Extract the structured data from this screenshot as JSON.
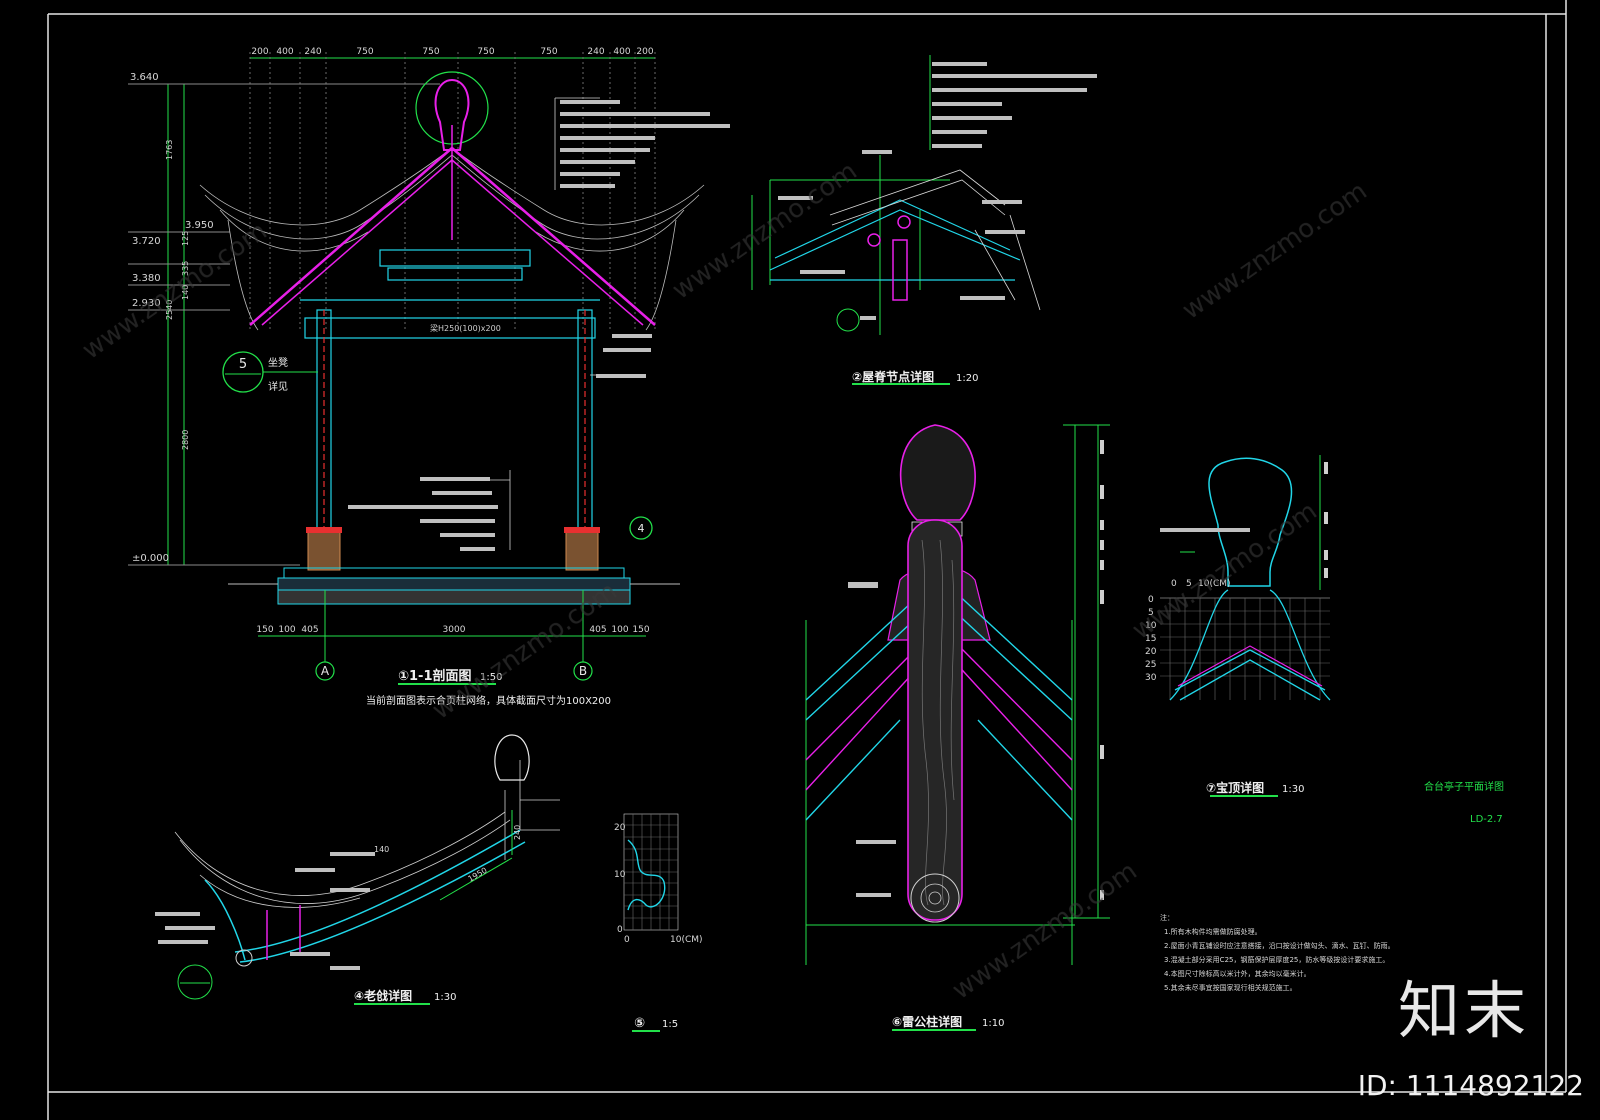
{
  "sheet": {
    "section_view": {
      "caption": "①1-1剖面图",
      "scale": "1:50",
      "note": "当前剖面图表示合页柱网络，具体截面尺寸为100X200",
      "grid_labels": [
        "A",
        "B"
      ],
      "top_dims": [
        "200",
        "400",
        "240",
        "750",
        "750",
        "750",
        "750",
        "240",
        "400",
        "200"
      ],
      "bottom_dims": [
        "150",
        "100",
        "405",
        "3000",
        "405",
        "100",
        "150"
      ],
      "elevations": [
        "3.640",
        "3.950",
        "3.720",
        "3.380",
        "2.930",
        "±0.000"
      ],
      "side_dims": [
        "1763",
        "125",
        "335",
        "140",
        "2540",
        "2800"
      ],
      "beam_label": "梁H250(100)x200",
      "callout_5": {
        "number": "5",
        "text_1": "坐凳",
        "text_2": "详见"
      },
      "callout_4": {
        "number": "4"
      }
    },
    "roof_ridge_view": {
      "caption": "②屋脊节点详图",
      "scale": "1:20"
    },
    "eave_view": {
      "caption": "④老戗详图",
      "scale": "1:30",
      "dims": [
        "140",
        "240",
        "1950"
      ]
    },
    "curve_view": {
      "caption": "⑤",
      "scale": "1:5",
      "axis_y": [
        "20",
        "10",
        "0"
      ],
      "axis_x": [
        "0",
        "10(CM)"
      ]
    },
    "post_view": {
      "caption": "⑥雷公柱详图",
      "scale": "1:10"
    },
    "finial_view": {
      "caption": "⑦宝顶详图",
      "scale": "1:30",
      "grid_top_labels": [
        "0",
        "5",
        "10(CM)"
      ],
      "grid_side_labels": [
        "0",
        "5",
        "10",
        "15",
        "20",
        "25",
        "30"
      ]
    },
    "drawing_title": "合台亭子平面详图",
    "drawing_number": "LD-2.7",
    "notes_heading": "注：",
    "notes": [
      "1.所有木构件均需做防腐处理。",
      "2.屋面小青瓦铺设时应注意搭接，沿口按设计做勾头、滴水、瓦钉、防雨。",
      "3.混凝土部分采用C25，钢筋保护层厚度25，防水等级按设计要求施工。",
      "4.本图尺寸除标高以米计外，其余均以毫米计。",
      "5.其余未尽事宜按国家现行相关规范施工。"
    ]
  },
  "branding": {
    "brand": "知末",
    "asset_id": "ID: 1114892122",
    "watermark": "www.znzmo.com"
  }
}
